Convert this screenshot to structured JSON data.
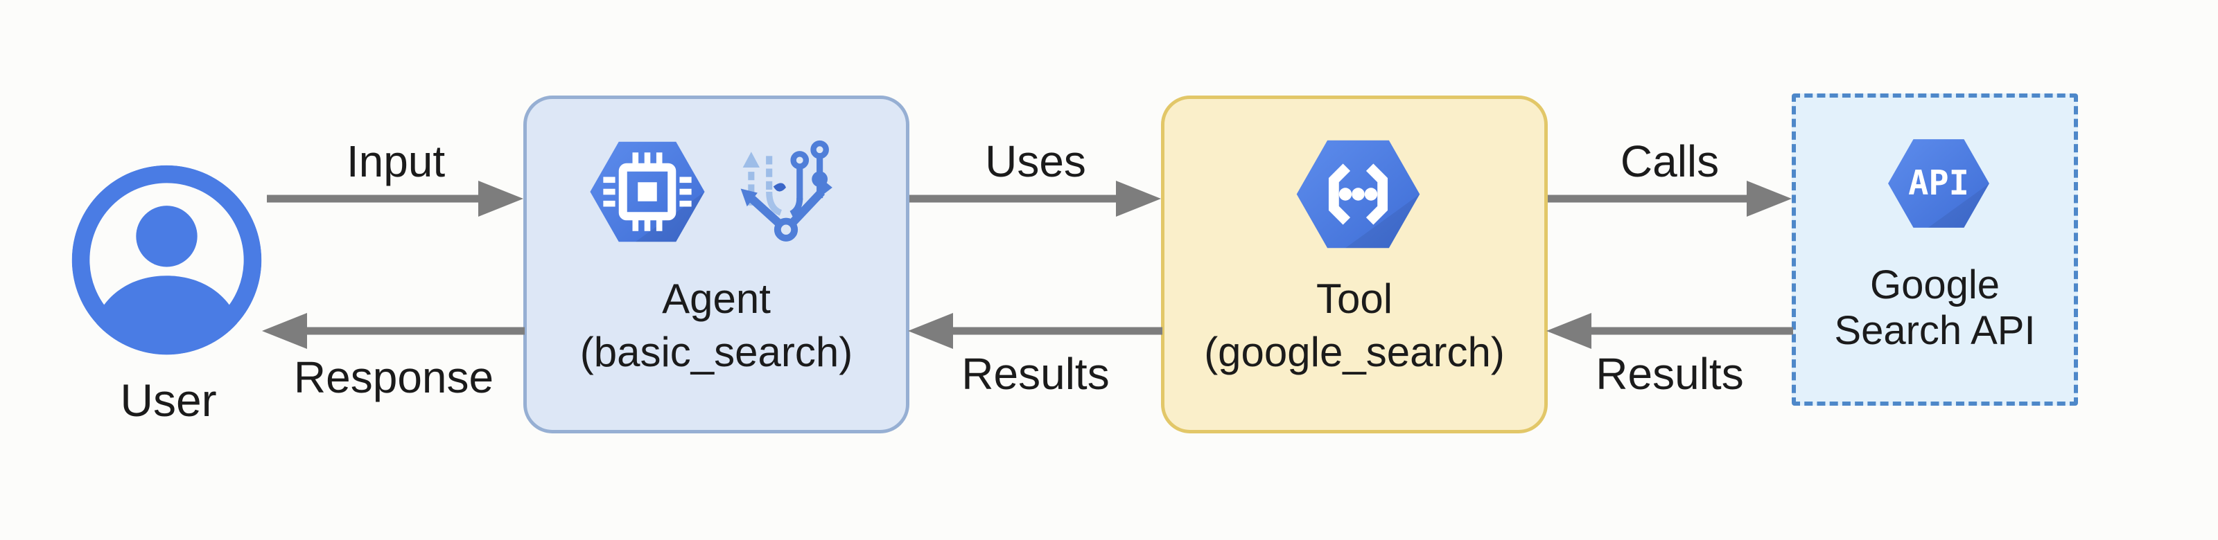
{
  "nodes": {
    "user": {
      "label": "User"
    },
    "agent": {
      "title": "Agent",
      "subtitle": "(basic_search)"
    },
    "tool": {
      "title": "Tool",
      "subtitle": "(google_search)"
    },
    "api": {
      "line1": "Google",
      "line2": "Search API",
      "badge": "API"
    }
  },
  "edges": {
    "input": {
      "label": "Input"
    },
    "uses": {
      "label": "Uses"
    },
    "calls": {
      "label": "Calls"
    },
    "response": {
      "label": "Response"
    },
    "results_tool_to_agent": {
      "label": "Results"
    },
    "results_api_to_tool": {
      "label": "Results"
    }
  },
  "icons": {
    "user": "person-in-circle",
    "agent": [
      "compute-chip-hexagon",
      "ml-branch"
    ],
    "tool": "code-brackets-hexagon",
    "api": "api-hexagon"
  },
  "colors": {
    "background": "#fcfcfa",
    "hexagon_blue": "#4a7ce4",
    "user_icon_blue": "#4a7ce4",
    "agent_box_fill": "#dde7f6",
    "agent_box_border": "#96afd3",
    "tool_box_fill": "#faefca",
    "tool_box_border": "#e2c768",
    "api_box_fill": "#e3f1fb",
    "api_box_border": "#4e88c9",
    "arrow_gray": "#7d7d7d",
    "text": "#1b1b1b"
  }
}
